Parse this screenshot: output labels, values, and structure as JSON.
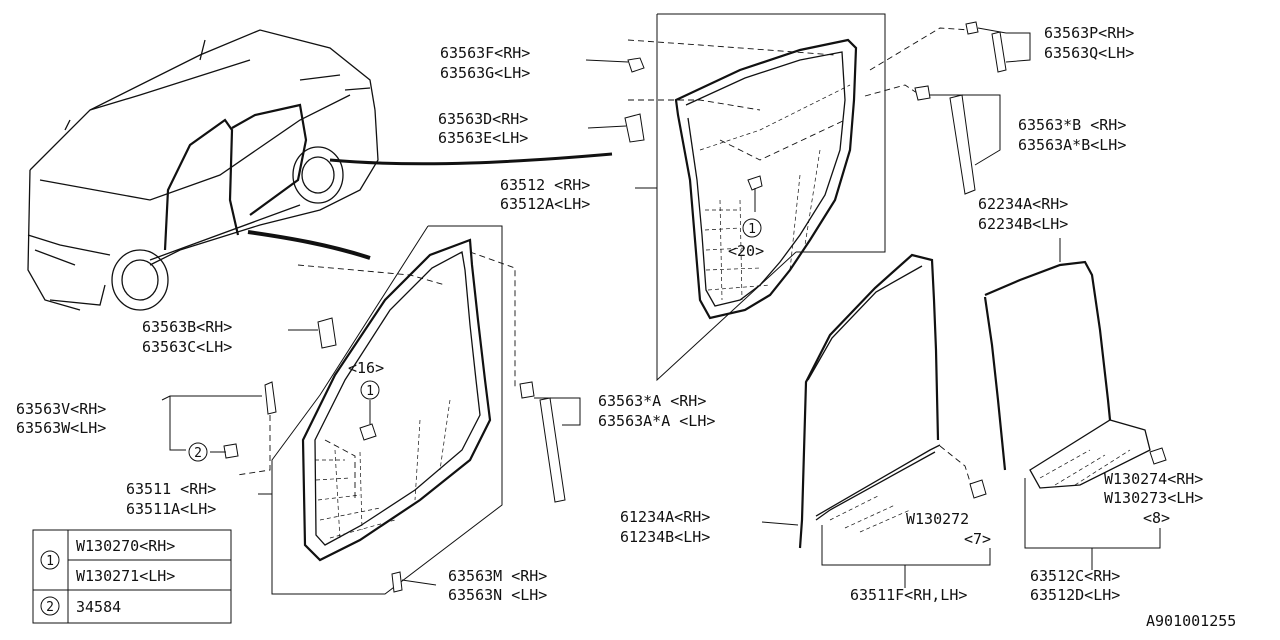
{
  "labels": {
    "f_rh": "63563F<RH>",
    "g_lh": "63563G<LH>",
    "d_rh": "63563D<RH>",
    "e_lh": "63563E<LH>",
    "p_rh": "63563P<RH>",
    "q_lh": "63563Q<LH>",
    "sb_rh": "63563*B <RH>",
    "asb_lh": "63563A*B<LH>",
    "r512_rh": "63512 <RH>",
    "r512a_lh": "63512A<LH>",
    "a62234_rh": "62234A<RH>",
    "b62234_lh": "62234B<LH>",
    "b_rh": "63563B<RH>",
    "c_lh": "63563C<LH>",
    "v_rh": "63563V<RH>",
    "w_lh": "63563W<LH>",
    "sa_rh": "63563*A <RH>",
    "asa_lh": "63563A*A <LH>",
    "f511_rh": "63511 <RH>",
    "f511a_lh": "63511A<LH>",
    "a61234_rh": "61234A<RH>",
    "b61234_lh": "61234B<LH>",
    "w130272": "W130272",
    "qty7": "<7>",
    "w130274_rh": "W130274<RH>",
    "w130273_lh": "W130273<LH>",
    "qty8": "<8>",
    "m_rh": "63563M <RH>",
    "n_lh": "63563N <LH>",
    "f511f": "63511F<RH,LH>",
    "c512_rh": "63512C<RH>",
    "d512_lh": "63512D<LH>",
    "qty16": "<16>",
    "qty20": "<20>",
    "circle1": "1",
    "circle2": "2",
    "diagram_id": "A901001255"
  },
  "legend": {
    "row1_num": "1",
    "row1_a": "W130270<RH>",
    "row1_b": "W130271<LH>",
    "row2_num": "2",
    "row2_a": "34584"
  }
}
